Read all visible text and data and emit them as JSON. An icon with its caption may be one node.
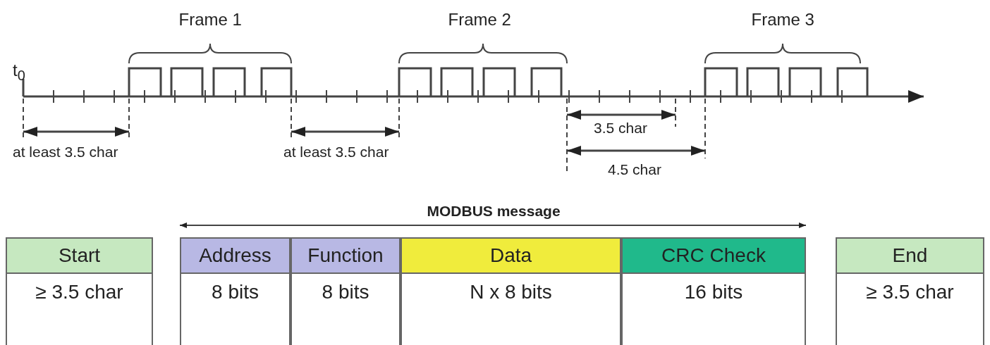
{
  "diagram": {
    "labels": [
      "Frame 1",
      "Frame 2",
      "Frame 3",
      "t$_{0}$",
      "at least 3.5 char",
      "at least 3.5 char",
      "3.5 char",
      "4.5 char",
      "MODBUS message",
      "Start",
      "Address",
      "Function",
      "Data",
      "CRC Check",
      "End",
      "≥ 3.5 char",
      "8 bits",
      "8 bits",
      "N x 8 bits",
      "16 bits",
      "≥ 3.5 char"
    ]
  }
}
